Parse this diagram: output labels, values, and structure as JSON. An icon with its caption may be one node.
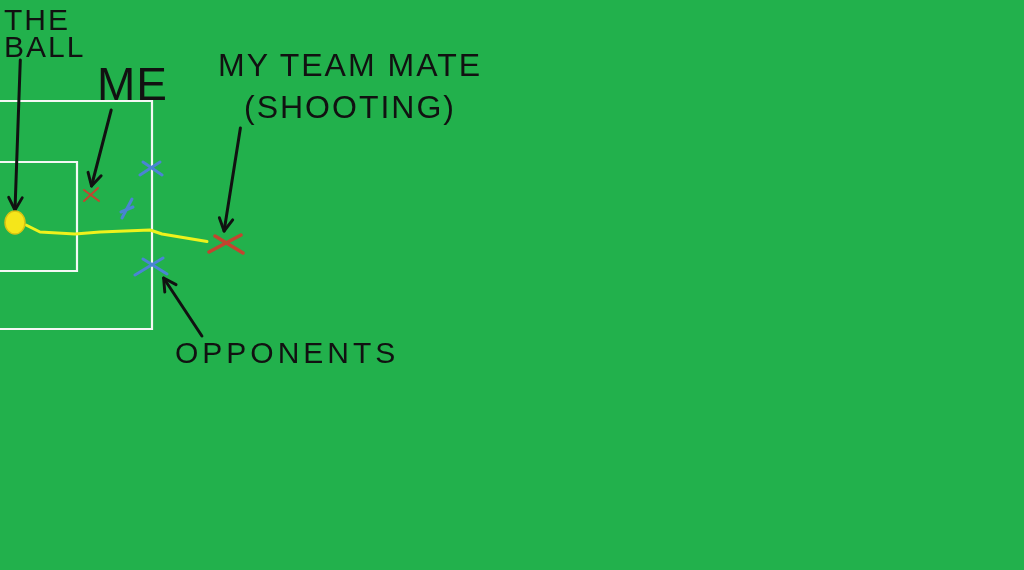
{
  "diagram": {
    "nodes": [
      {
        "text": [
          "THE BALL"
        ]
      },
      {
        "text": [
          "ME"
        ]
      },
      {
        "text": [
          "MY TEAM MATE (SHOOTING)"
        ]
      },
      {
        "text": [
          "OPPONENTS"
        ]
      },
      {
        "text": [],
        "shape": "circle"
      },
      {
        "text": [],
        "shape": "cross"
      },
      {
        "text": [],
        "shape": "cross"
      },
      {
        "text": [],
        "shape": "cross"
      },
      {
        "text": [],
        "shape": "cross"
      },
      {
        "text": [],
        "shape": "cross"
      }
    ],
    "edges": [
      {
        "from": 0,
        "to": 4,
        "arrow": "to"
      },
      {
        "from": 1,
        "to": 5,
        "arrow": "to"
      },
      {
        "from": 2,
        "to": 9,
        "arrow": "to"
      },
      {
        "from": 3,
        "to": 8,
        "arrow": "to"
      },
      {
        "from": 4,
        "to": 9,
        "arrow": "none",
        "color": "#eef21c"
      }
    ]
  }
}
